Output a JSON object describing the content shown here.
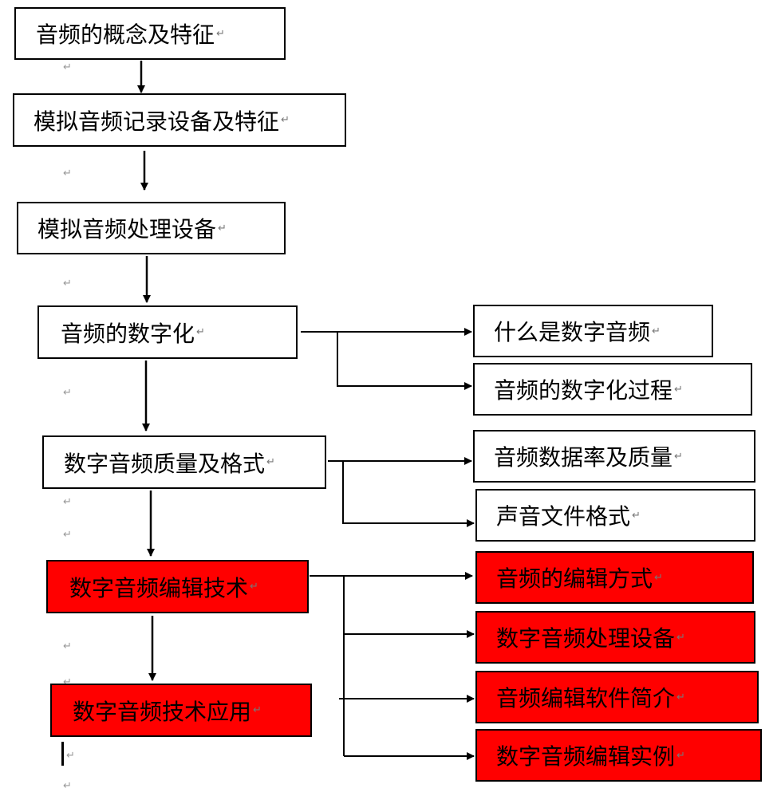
{
  "nodes": {
    "concept": {
      "label": "音频的概念及特征",
      "mark": "↵"
    },
    "analog_record": {
      "label": "模拟音频记录设备及特征",
      "mark": "↵"
    },
    "analog_process": {
      "label": "模拟音频处理设备",
      "mark": "↵"
    },
    "digitization": {
      "label": "音频的数字化",
      "mark": "↵"
    },
    "what_digital": {
      "label": "什么是数字音频",
      "mark": "↵"
    },
    "digitize_process": {
      "label": "音频的数字化过程",
      "mark": "↵"
    },
    "quality_format": {
      "label": "数字音频质量及格式",
      "mark": "↵"
    },
    "data_rate": {
      "label": "音频数据率及质量",
      "mark": "↵"
    },
    "file_format": {
      "label": "声音文件格式",
      "mark": "↵"
    },
    "editing_tech": {
      "label": "数字音频编辑技术",
      "mark": "↵"
    },
    "edit_methods": {
      "label": "音频的编辑方式",
      "mark": "↵"
    },
    "process_devices": {
      "label": "数字音频处理设备",
      "mark": "↵"
    },
    "software_intro": {
      "label": "音频编辑软件简介",
      "mark": "↵"
    },
    "edit_examples": {
      "label": "数字音频编辑实例",
      "mark": "↵"
    },
    "tech_application": {
      "label": "数字音频技术应用",
      "mark": "↵"
    }
  },
  "paragraph_mark": "↵",
  "colors": {
    "highlight": "#ff0000",
    "line": "#000000",
    "box_border": "#000000"
  }
}
